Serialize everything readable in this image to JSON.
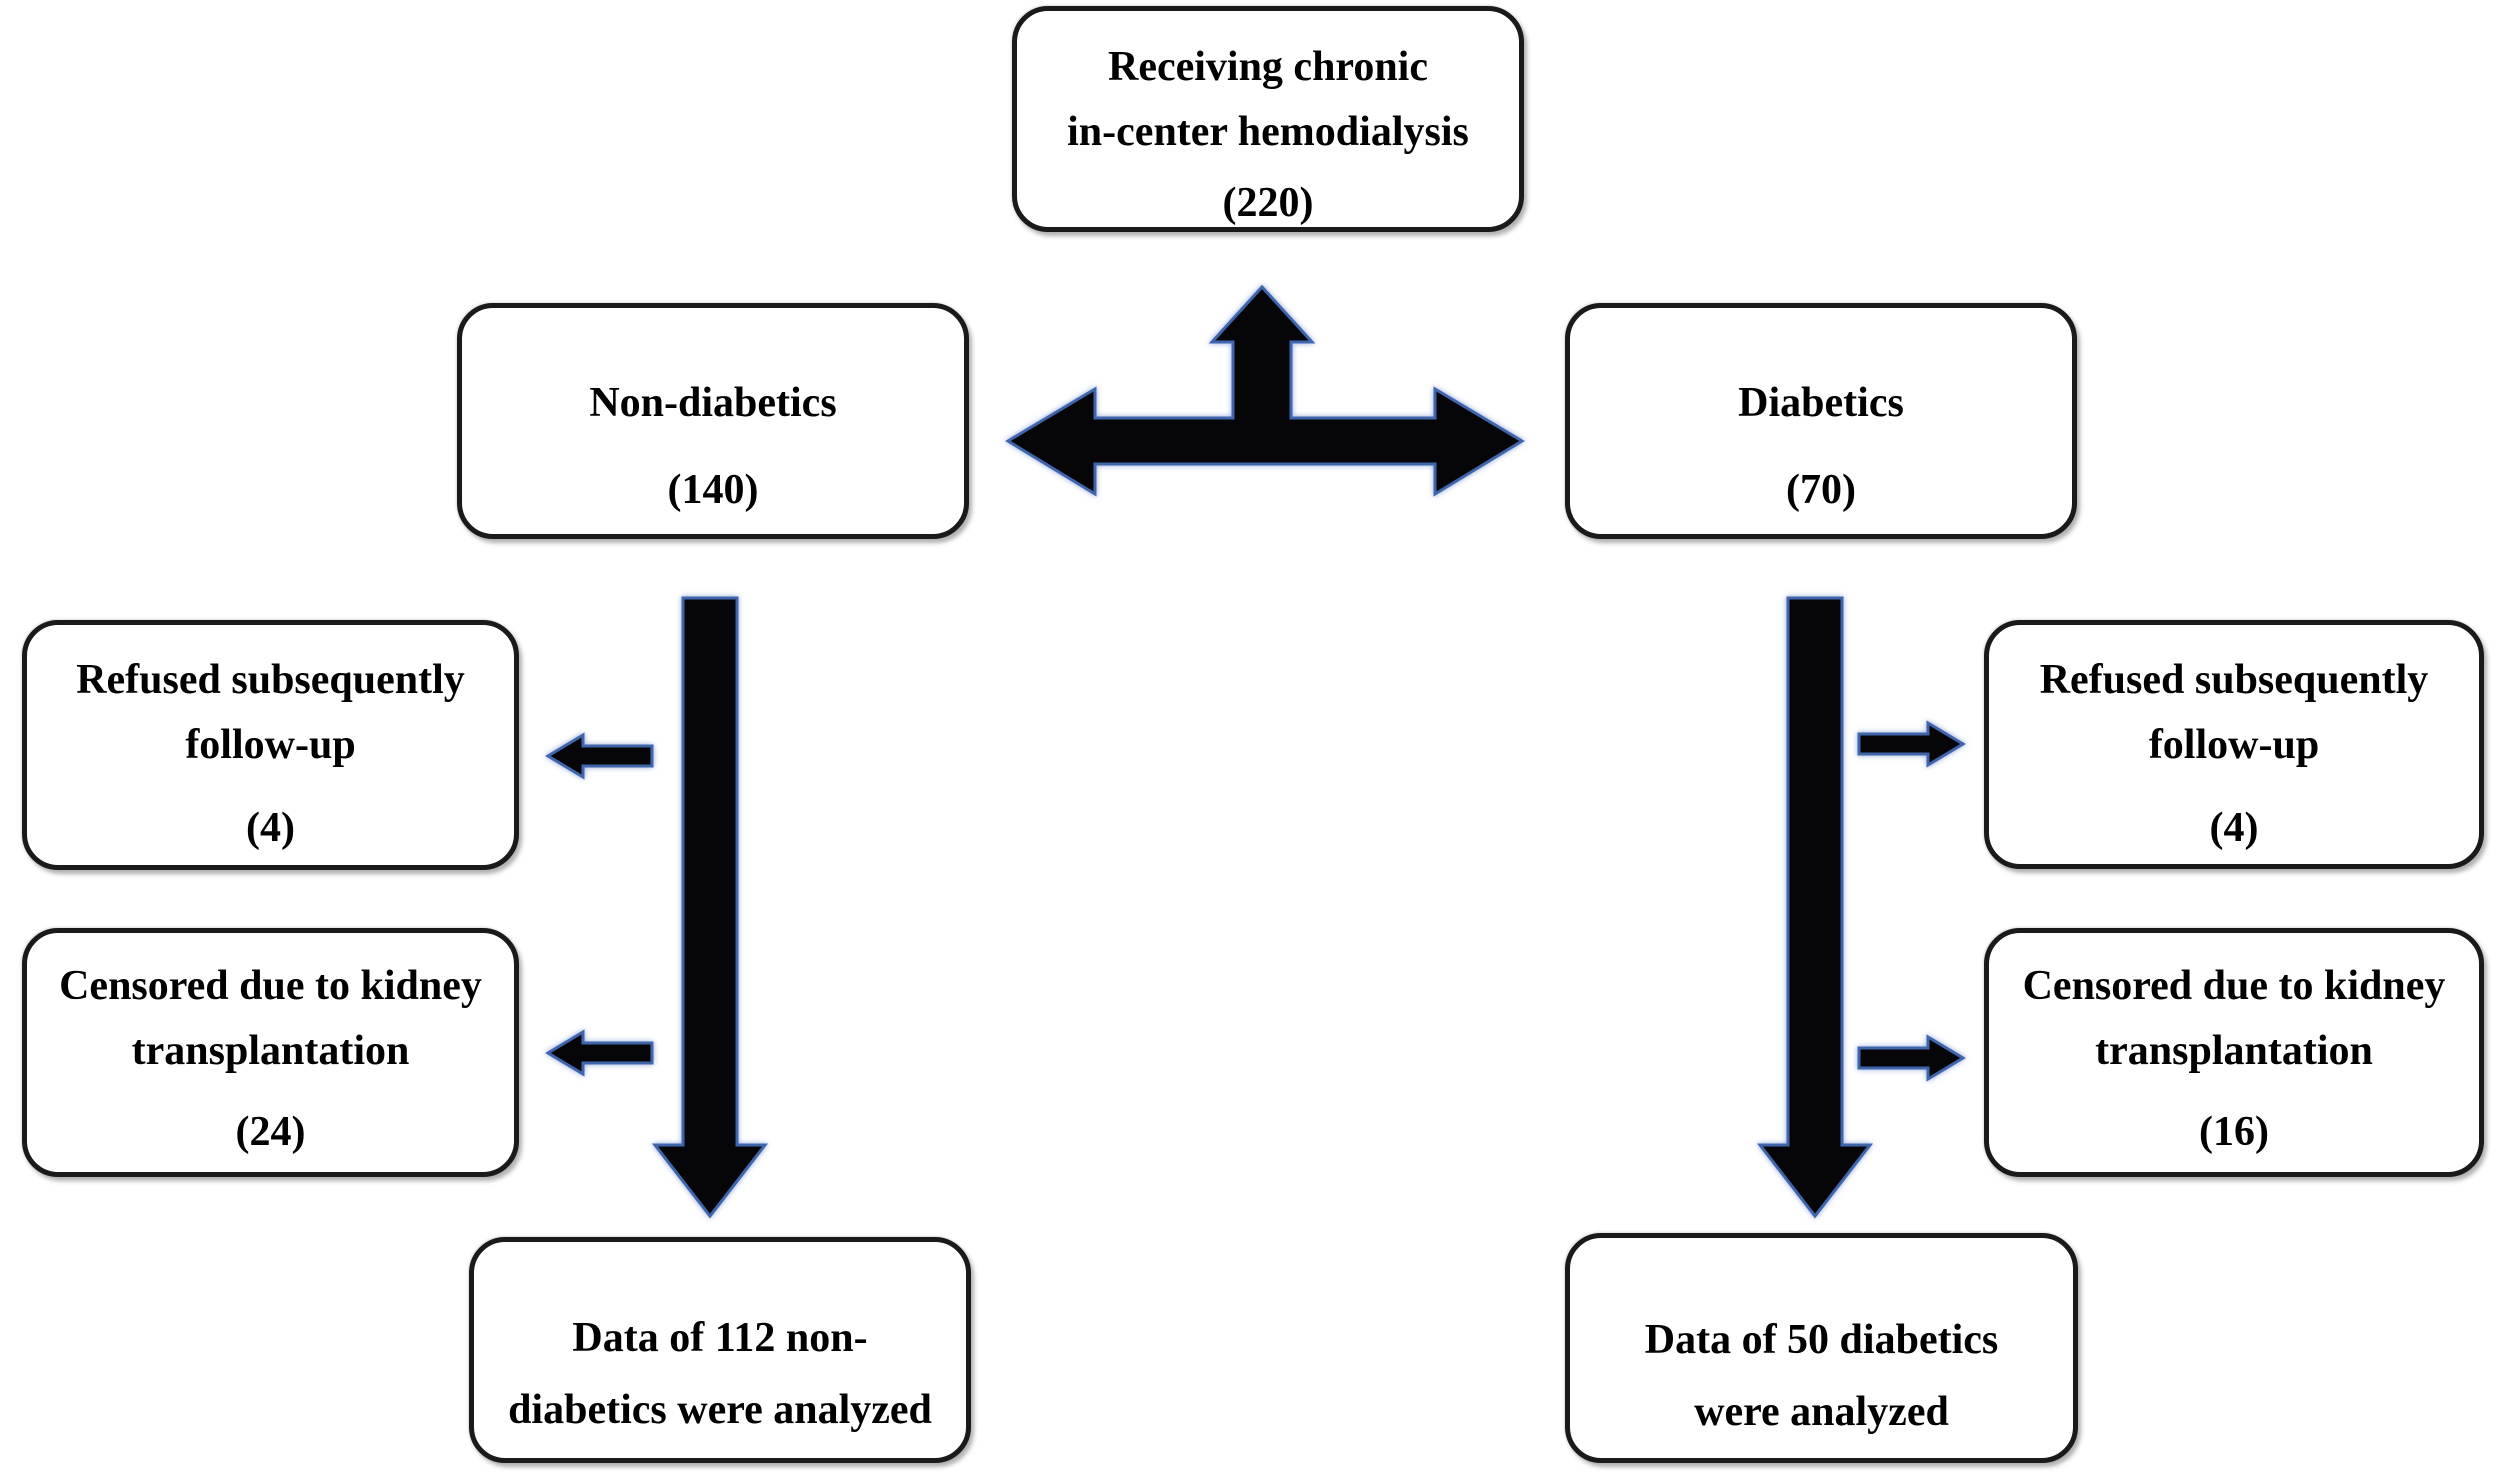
{
  "colors": {
    "background": "#ffffff",
    "box_bg": "#ffffff",
    "box_border": "#1a1a1a",
    "text": "#000000",
    "arrow_fill": "#060608",
    "arrow_outline": "#3f66ad"
  },
  "nodes": {
    "root": {
      "lines": [
        "Receiving chronic",
        "in-center hemodialysis"
      ],
      "count": "(220)"
    },
    "non_diabetics": {
      "title": "Non-diabetics",
      "count": "(140)"
    },
    "diabetics": {
      "title": "Diabetics",
      "count": "(70)"
    },
    "refused_left": {
      "lines": [
        "Refused subsequently",
        "follow-up"
      ],
      "count": "(4)"
    },
    "censored_left": {
      "lines": [
        "Censored due to kidney",
        "transplantation"
      ],
      "count": "(24)"
    },
    "refused_right": {
      "lines": [
        "Refused subsequently",
        "follow-up"
      ],
      "count": "(4)"
    },
    "censored_right": {
      "lines": [
        "Censored due to kidney",
        "transplantation"
      ],
      "count": "(16)"
    },
    "result_left": {
      "lines": [
        "Data of 112 non-",
        "diabetics were analyzed"
      ]
    },
    "result_right": {
      "lines": [
        "Data of 50 diabetics",
        "were analyzed"
      ]
    }
  }
}
